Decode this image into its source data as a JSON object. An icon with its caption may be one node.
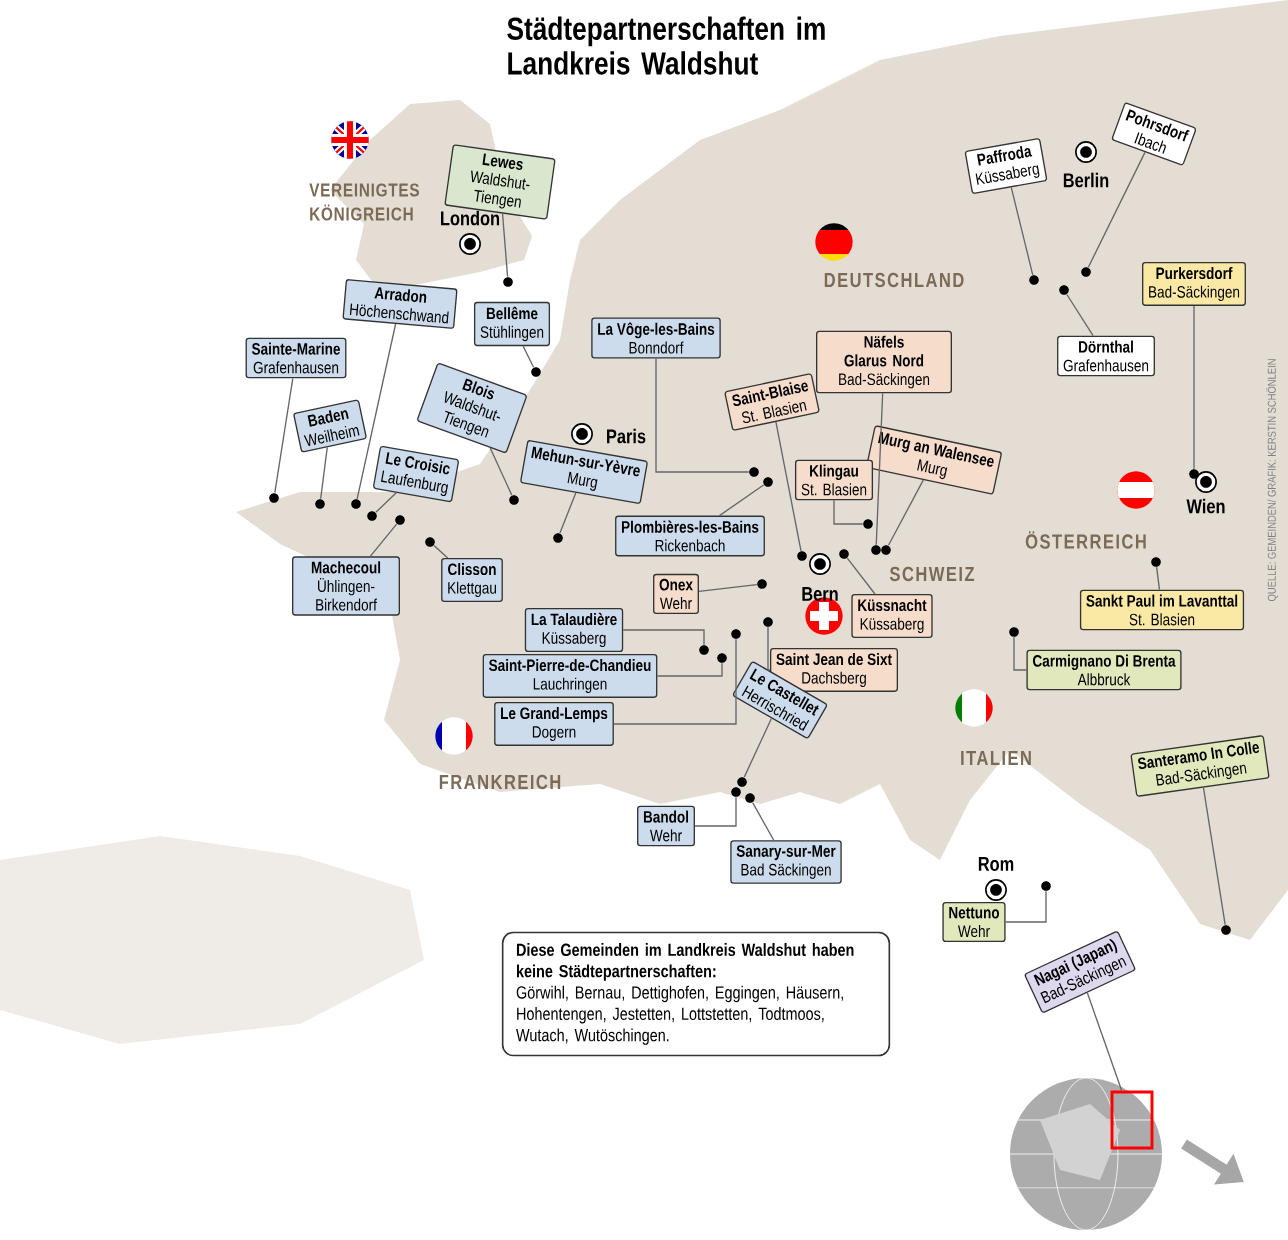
{
  "diagram": {
    "title": "Städtepartnerschaften im Landkreis Waldshut",
    "nodes": [
      {
        "text": [
          "Pohrsdorf",
          "Ibach"
        ]
      },
      {
        "text": [
          "Paffroda",
          "Küssaberg"
        ]
      },
      {
        "text": [
          "Lewes",
          "Waldshut-Tiengen"
        ]
      },
      {
        "text": [
          "Arradon",
          "Höchenschwand"
        ]
      },
      {
        "text": [
          "Bellême",
          "Stühlingen"
        ]
      },
      {
        "text": [
          "La Vôge-les-Bains",
          "Bonndorf"
        ]
      },
      {
        "text": [
          "Näfels Glarus Nord",
          "Bad-Säckingen"
        ]
      },
      {
        "text": [
          "Sainte-Marine",
          "Grafenhausen"
        ]
      },
      {
        "text": [
          "Purkersdorf",
          "Bad-Säckingen"
        ]
      },
      {
        "text": [
          "Dörnthal",
          "Grafenhausen"
        ]
      },
      {
        "text": [
          "Blois",
          "Waldshut-Tiengen"
        ]
      },
      {
        "text": [
          "Saint-Blaise",
          "St. Blasien"
        ]
      },
      {
        "text": [
          "Baden",
          "Weilheim"
        ]
      },
      {
        "text": [
          "Murg an Walensee",
          "Murg"
        ]
      },
      {
        "text": [
          "Mehun-sur-Yèvre",
          "Murg"
        ]
      },
      {
        "text": [
          "Le Croisic",
          "Laufenburg"
        ]
      },
      {
        "text": [
          "Klingau",
          "St. Blasien"
        ]
      },
      {
        "text": [
          "Plombières-les-Bains",
          "Rickenbach"
        ]
      },
      {
        "text": [
          "Machecoul",
          "Ühlingen-Birkendorf"
        ]
      },
      {
        "text": [
          "Clisson",
          "Klettgau"
        ]
      },
      {
        "text": [
          "Onex",
          "Wehr"
        ]
      },
      {
        "text": [
          "Sankt Paul im Lavanttal",
          "St. Blasien"
        ]
      },
      {
        "text": [
          "Küssnacht",
          "Küssaberg"
        ]
      },
      {
        "text": [
          "La Talaudière",
          "Küssaberg"
        ]
      },
      {
        "text": [
          "Saint Jean de Sixt",
          "Dachsberg"
        ]
      },
      {
        "text": [
          "Carmignano Di Brenta",
          "Albbruck"
        ]
      },
      {
        "text": [
          "Saint-Pierre-de-Chandieu",
          "Lauchringen"
        ]
      },
      {
        "text": [
          "Le Castellet",
          "Herrischried"
        ]
      },
      {
        "text": [
          "Le Grand-Lemps",
          "Dogern"
        ]
      },
      {
        "text": [
          "Santeramo In Colle",
          "Bad-Säckingen"
        ]
      },
      {
        "text": [
          "Bandol",
          "Wehr"
        ]
      },
      {
        "text": [
          "Sanary-sur-Mer",
          "Bad Säckingen"
        ]
      },
      {
        "text": [
          "Nettuno",
          "Wehr"
        ]
      },
      {
        "text": [
          "Nagai (Japan)",
          "Bad-Säckingen"
        ]
      },
      {
        "text": [
          "Diese Gemeinden im Landkreis Waldshut haben keine Städtepartnerschaften:",
          "Görwihl, Bernau, Dettighofen, Eggingen, Häusern, Hohentengen, Jestetten, Lottstetten, Todtmoos, Wutach, Wutöschingen."
        ]
      },
      {
        "text": [],
        "shape": "circle"
      },
      {
        "text": [],
        "shape": "circle"
      },
      {
        "text": [],
        "shape": "circle"
      },
      {
        "text": [],
        "shape": "circle"
      },
      {
        "text": [],
        "shape": "circle"
      },
      {
        "text": [],
        "shape": "circle"
      },
      {
        "text": [],
        "shape": "circle"
      },
      {
        "text": [],
        "shape": "circle"
      },
      {
        "text": [],
        "shape": "circle"
      },
      {
        "text": [],
        "shape": "circle"
      },
      {
        "text": [],
        "shape": "circle"
      },
      {
        "text": [],
        "shape": "circle"
      },
      {
        "text": [],
        "shape": "circle"
      },
      {
        "text": [],
        "shape": "circle"
      },
      {
        "text": [],
        "shape": "circle"
      },
      {
        "text": [],
        "shape": "circle"
      },
      {
        "text": [],
        "shape": "circle"
      },
      {
        "text": [],
        "shape": "circle"
      },
      {
        "text": [],
        "shape": "circle"
      },
      {
        "text": [],
        "shape": "circle"
      },
      {
        "text": [],
        "shape": "circle"
      },
      {
        "text": [],
        "shape": "circle"
      },
      {
        "text": [],
        "shape": "circle"
      },
      {
        "text": [],
        "shape": "circle"
      },
      {
        "text": [],
        "shape": "circle"
      },
      {
        "text": [],
        "shape": "circle"
      },
      {
        "text": [],
        "shape": "circle"
      },
      {
        "text": [],
        "shape": "circle"
      },
      {
        "text": [],
        "shape": "circle"
      },
      {
        "text": [],
        "shape": "circle"
      },
      {
        "text": [],
        "shape": "circle"
      },
      {
        "text": [],
        "shape": "circle"
      },
      {
        "text": [],
        "shape": "circle"
      },
      {
        "text": [],
        "shape": "box"
      }
    ],
    "edges": [
      {
        "from": 0,
        "to": 35,
        "arrow": "none"
      },
      {
        "from": 1,
        "to": 36,
        "arrow": "none"
      },
      {
        "from": 2,
        "to": 37,
        "arrow": "none"
      },
      {
        "from": 3,
        "to": 38,
        "arrow": "none"
      },
      {
        "from": 4,
        "to": 39,
        "arrow": "none"
      },
      {
        "from": 5,
        "to": 40,
        "arrow": "none"
      },
      {
        "from": 6,
        "to": 41,
        "arrow": "none"
      },
      {
        "from": 7,
        "to": 42,
        "arrow": "none"
      },
      {
        "from": 8,
        "to": 43,
        "arrow": "none"
      },
      {
        "from": 9,
        "to": 44,
        "arrow": "none"
      },
      {
        "from": 10,
        "to": 45,
        "arrow": "none"
      },
      {
        "from": 11,
        "to": 46,
        "arrow": "none"
      },
      {
        "from": 12,
        "to": 47,
        "arrow": "none"
      },
      {
        "from": 13,
        "to": 48,
        "arrow": "none"
      },
      {
        "from": 14,
        "to": 49,
        "arrow": "none"
      },
      {
        "from": 15,
        "to": 50,
        "arrow": "none"
      },
      {
        "from": 16,
        "to": 51,
        "arrow": "none"
      },
      {
        "from": 17,
        "to": 52,
        "arrow": "none"
      },
      {
        "from": 18,
        "to": 53,
        "arrow": "none"
      },
      {
        "from": 19,
        "to": 54,
        "arrow": "none"
      },
      {
        "from": 20,
        "to": 55,
        "arrow": "none"
      },
      {
        "from": 21,
        "to": 56,
        "arrow": "none"
      },
      {
        "from": 22,
        "to": 57,
        "arrow": "none"
      },
      {
        "from": 23,
        "to": 58,
        "arrow": "none"
      },
      {
        "from": 24,
        "to": 59,
        "arrow": "none"
      },
      {
        "from": 25,
        "to": 60,
        "arrow": "none"
      },
      {
        "from": 26,
        "to": 61,
        "arrow": "none"
      },
      {
        "from": 27,
        "to": 62,
        "arrow": "none"
      },
      {
        "from": 28,
        "to": 63,
        "arrow": "none"
      },
      {
        "from": 29,
        "to": 64,
        "arrow": "none"
      },
      {
        "from": 30,
        "to": 65,
        "arrow": "none"
      },
      {
        "from": 31,
        "to": 66,
        "arrow": "none"
      },
      {
        "from": 32,
        "to": 67,
        "arrow": "none"
      },
      {
        "from": 33,
        "to": 68,
        "arrow": "none"
      }
    ],
    "labels": [
      "VEREINIGTES KÖNIGREICH",
      "London",
      "Berlin",
      "DEUTSCHLAND",
      "Paris",
      "Wien",
      "ÖSTERREICH",
      "Bern",
      "SCHWEIZ",
      "FRANKREICH",
      "ITALIEN",
      "Rom",
      "QUELLE: GEMEINDEN/ GRAFIK: KERSTIN SCHÖNLEIN"
    ]
  }
}
